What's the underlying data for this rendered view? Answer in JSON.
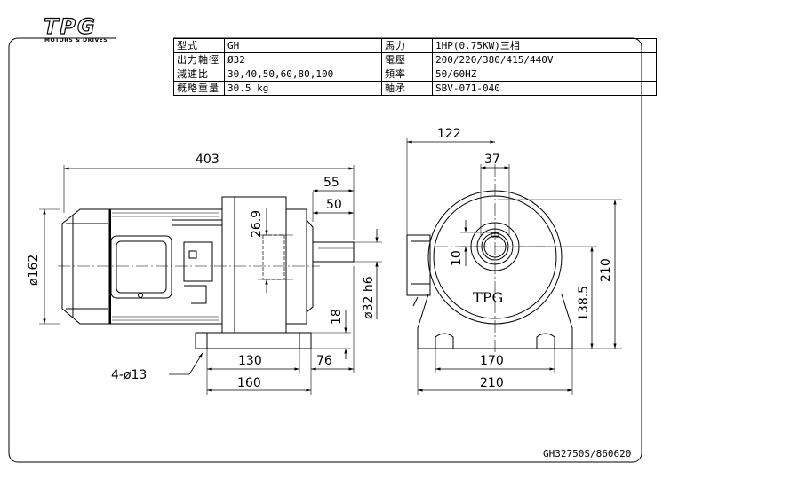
{
  "logo": {
    "text": "TPG",
    "subtitle": "MOTORS & DRIVES"
  },
  "spec_table": {
    "rows": [
      {
        "label_left": "型式",
        "value_left": "GH",
        "label_right": "馬力",
        "value_right": "1HP(0.75KW)三相"
      },
      {
        "label_left": "出力軸徑",
        "value_left": "Ø32",
        "label_right": "電壓",
        "value_right": "200/220/380/415/440V"
      },
      {
        "label_left": "減速比",
        "value_left": "30,40,50,60,80,100",
        "label_right": "頻率",
        "value_right": "50/60HZ"
      },
      {
        "label_left": "概略重量",
        "value_left": "30.5 kg",
        "label_right": "軸承",
        "value_right": "SBV-071-040"
      }
    ]
  },
  "dimensions": {
    "overall_length": "403",
    "shaft_55": "55",
    "shaft_50": "50",
    "key_26_9": "26.9",
    "dia_162": "ø162",
    "shaft_dia": "ø32 h6",
    "height_18": "18",
    "base_130": "130",
    "base_76": "76",
    "base_160": "160",
    "holes": "4-ø13",
    "front_122": "122",
    "front_37": "37",
    "front_10": "10",
    "front_210_h": "210",
    "front_138_5": "138.5",
    "front_170": "170",
    "front_210_w": "210"
  },
  "front_label": "TPG",
  "drawing_number": "GH32750S/860620"
}
